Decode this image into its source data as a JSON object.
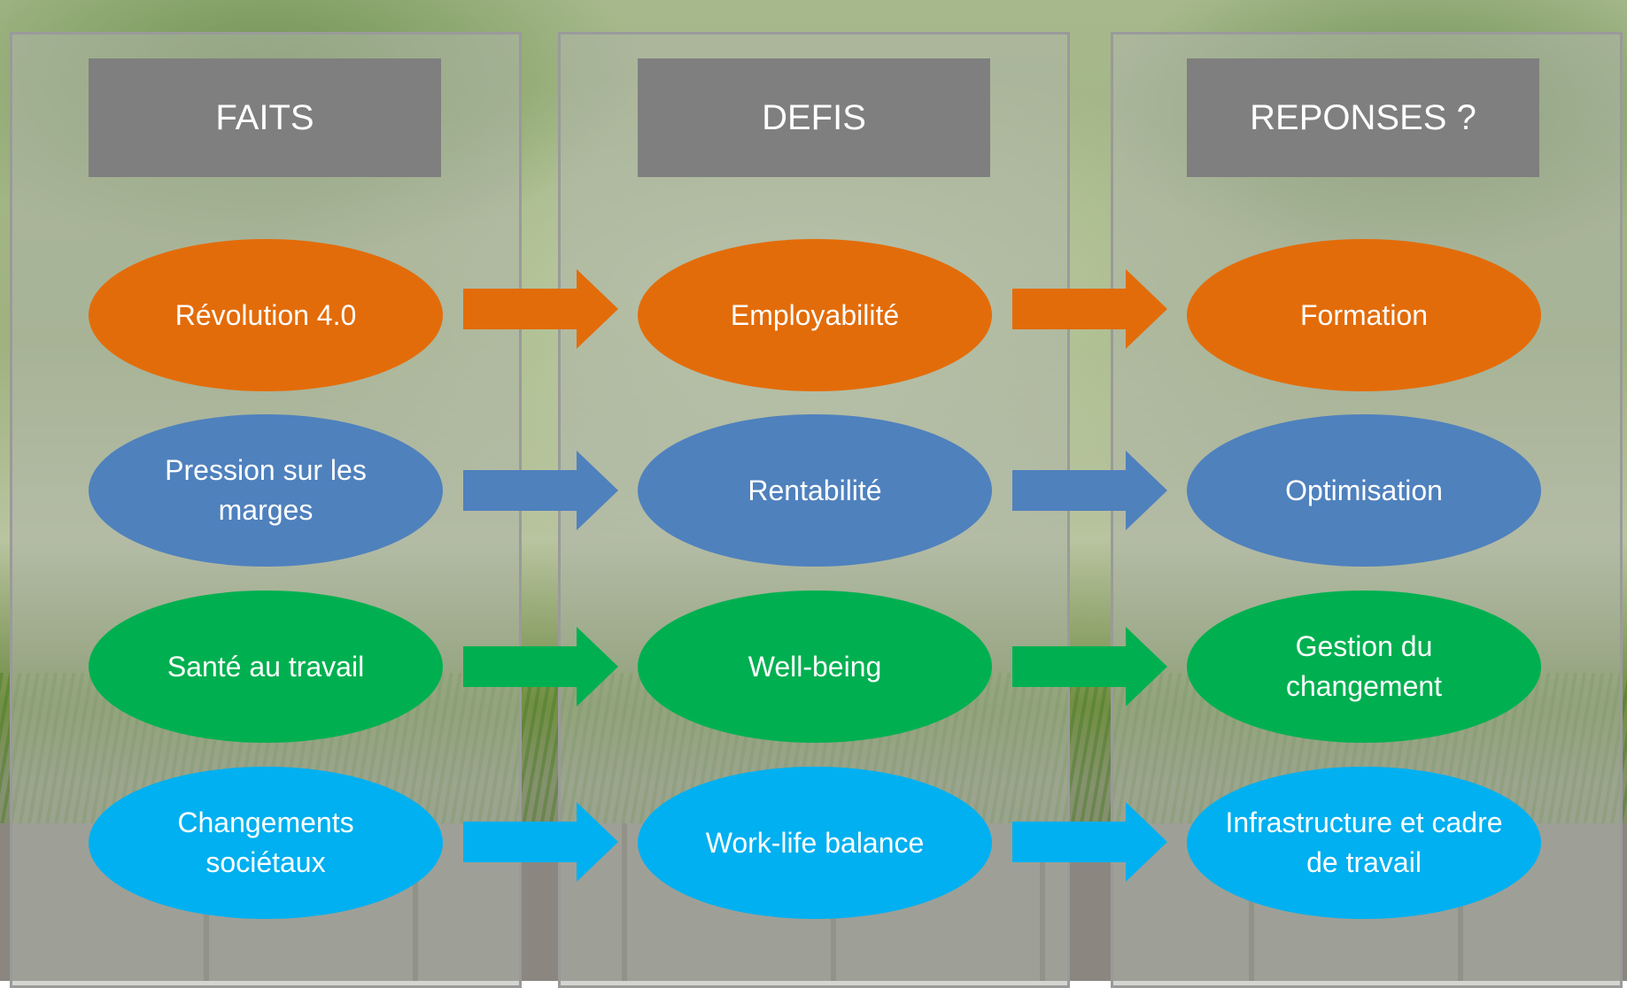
{
  "columns": {
    "faits": "FAITS",
    "defis": "DEFIS",
    "reponses": "REPONSES ?"
  },
  "colors": {
    "orange": "#e36c0a",
    "blue": "#4f81bd",
    "green": "#00b050",
    "cyan": "#00b0f0",
    "header": "#7f7f7f"
  },
  "rows": [
    {
      "fait": "Révolution 4.0",
      "defi": "Employabilité",
      "reponse": "Formation"
    },
    {
      "fait": "Pression sur les marges",
      "defi": "Rentabilité",
      "reponse": "Optimisation"
    },
    {
      "fait": "Santé au travail",
      "defi": "Well-being",
      "reponse": "Gestion du changement"
    },
    {
      "fait": "Changements sociétaux",
      "defi": "Work-life balance",
      "reponse": "Infrastructure et cadre de travail"
    }
  ]
}
